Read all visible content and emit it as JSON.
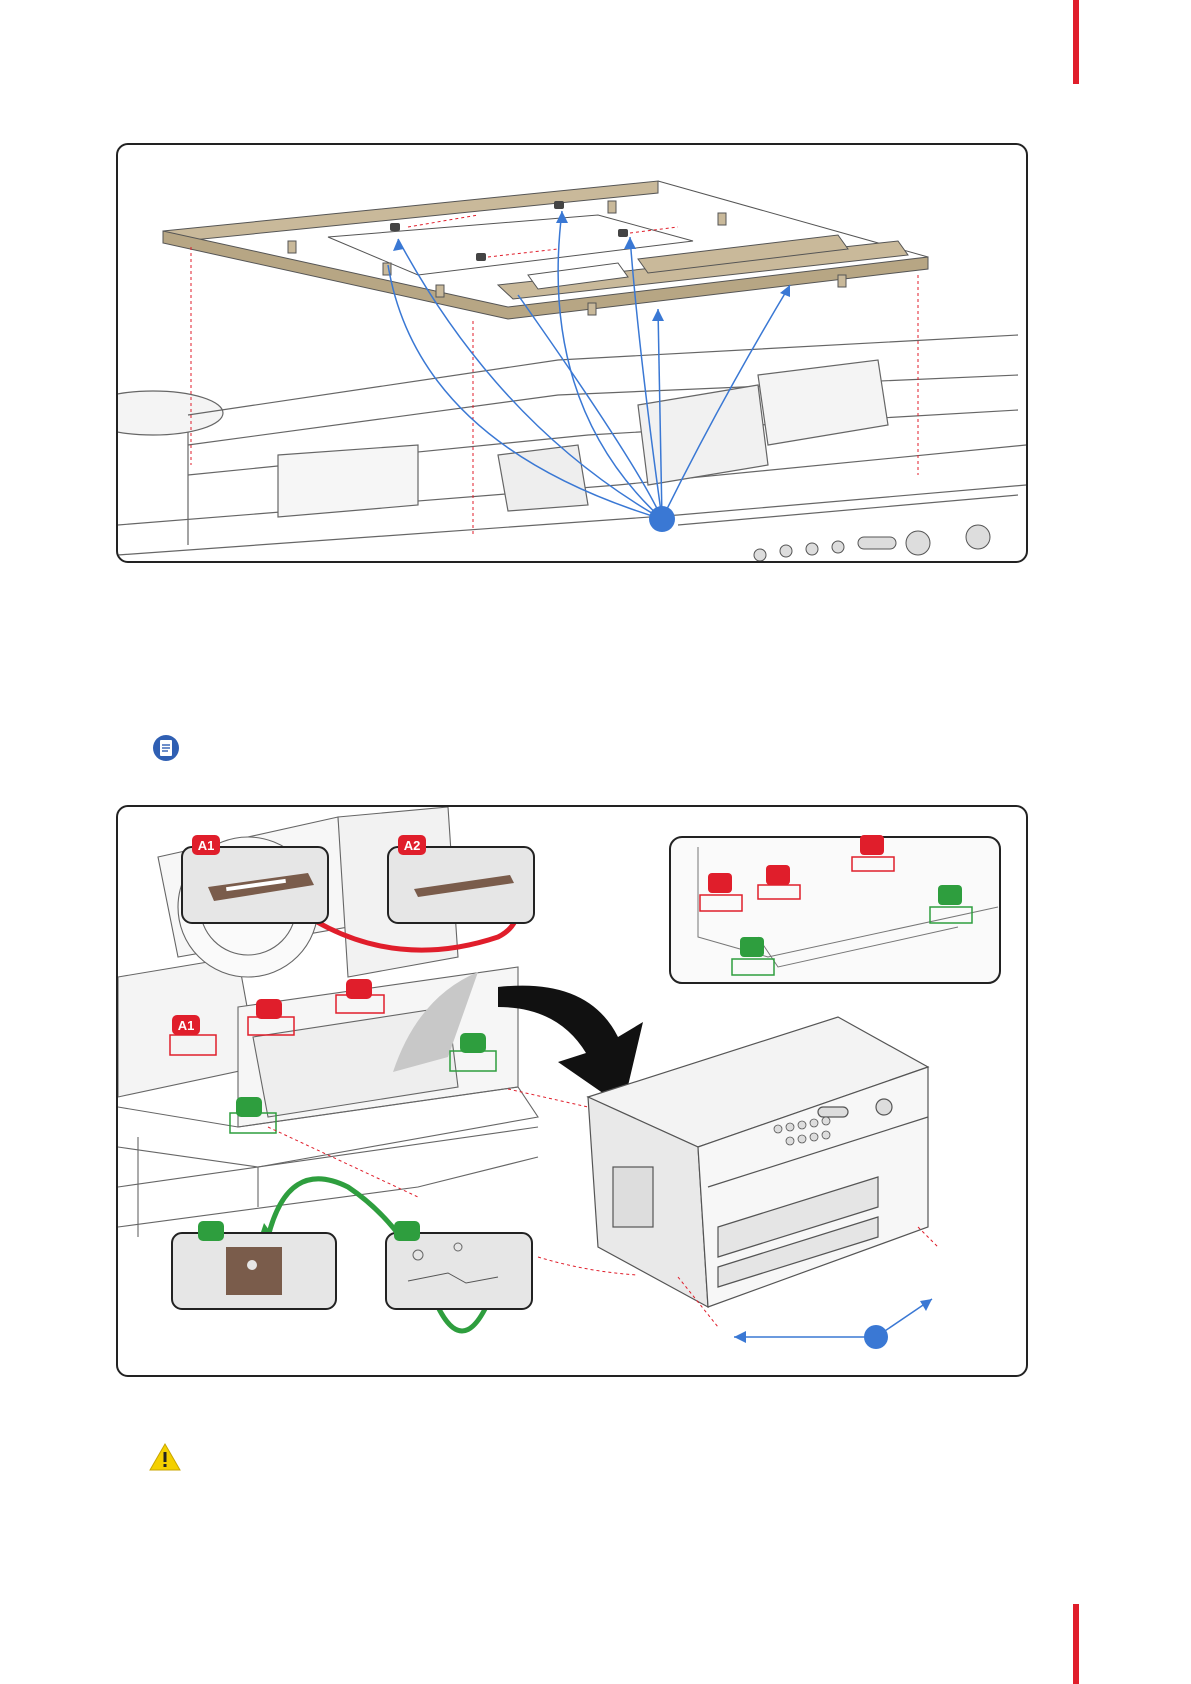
{
  "colors": {
    "accent": "#e01e2b",
    "callout_blue": "#3a78d4",
    "callout_red": "#e01e2b",
    "callout_green": "#2e9e3e",
    "frame_tan": "#c9b99a",
    "brown_part": "#7a5c4b"
  },
  "figure1": {
    "icons": [
      "blue-callout-dot",
      "screw-icon"
    ]
  },
  "figure2": {
    "inset_labels": {
      "a1_top": "A1",
      "a2_top": "A2",
      "a1_main": "A1"
    },
    "icons": [
      "red-callout-badge",
      "green-callout-badge",
      "blue-callout-dot",
      "rotate-arrow"
    ]
  },
  "icons": {
    "note": "note-document-icon",
    "warning": "warning-triangle-icon"
  }
}
